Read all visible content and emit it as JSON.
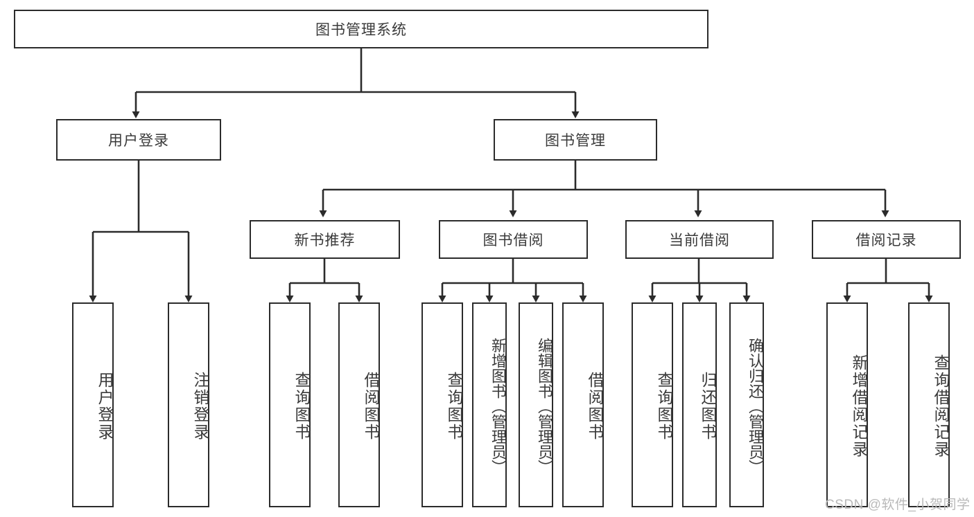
{
  "diagram": {
    "type": "tree-hierarchy",
    "title": "图书管理系统",
    "levels": {
      "root": {
        "label": "图书管理系统"
      },
      "level2": [
        {
          "id": "user-login",
          "label": "用户登录"
        },
        {
          "id": "book-management",
          "label": "图书管理"
        }
      ],
      "level3": [
        {
          "id": "new-book-recommend",
          "label": "新书推荐"
        },
        {
          "id": "book-borrow",
          "label": "图书借阅"
        },
        {
          "id": "current-borrow",
          "label": "当前借阅"
        },
        {
          "id": "borrow-record",
          "label": "借阅记录"
        }
      ],
      "leaves": {
        "user_login": [
          {
            "id": "leaf-user-login",
            "label": "用户登录"
          },
          {
            "id": "leaf-logout-login",
            "label": "注销登录"
          }
        ],
        "new_book_recommend": [
          {
            "id": "leaf-query-book-1",
            "label": "查询图书"
          },
          {
            "id": "leaf-borrow-book-1",
            "label": "借阅图书"
          }
        ],
        "book_borrow": [
          {
            "id": "leaf-query-book-2",
            "label": "查询图书"
          },
          {
            "id": "leaf-add-book",
            "label": "新增图书（管理员）"
          },
          {
            "id": "leaf-edit-book",
            "label": "编辑图书（管理员）"
          },
          {
            "id": "leaf-borrow-book-2",
            "label": "借阅图书"
          }
        ],
        "current_borrow": [
          {
            "id": "leaf-query-book-3",
            "label": "查询图书"
          },
          {
            "id": "leaf-return-book",
            "label": "归还图书"
          },
          {
            "id": "leaf-confirm-return",
            "label": "确认归还（管理员）"
          }
        ],
        "borrow_record": [
          {
            "id": "leaf-add-record",
            "label": "新增借阅记录"
          },
          {
            "id": "leaf-query-record",
            "label": "查询借阅记录"
          }
        ]
      }
    },
    "colors": {
      "stroke": "#2b2b2b",
      "text": "#3a3a3a",
      "background": "#ffffff",
      "watermark": "#b9b9b9"
    }
  },
  "watermark": {
    "text": "CSDN @软件_小贺同学"
  }
}
